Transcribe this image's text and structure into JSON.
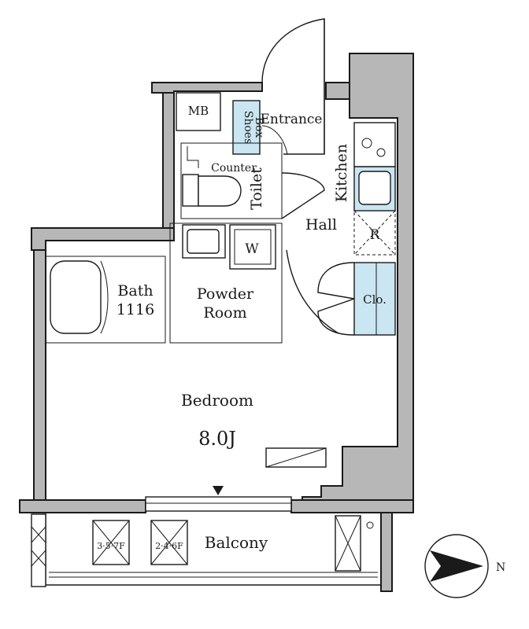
{
  "rooms": {
    "entrance": "Entrance",
    "shoes_box_line1": "Shoes",
    "shoes_box_line2": "Box",
    "mb": "MB",
    "counter": "Counter",
    "toilet": "Toilet",
    "kitchen": "Kitchen",
    "hall": "Hall",
    "refrigerator": "R",
    "washer": "W",
    "closet": "Clo.",
    "bath_line1": "Bath",
    "bath_line2": "1116",
    "powder_line1": "Powder",
    "powder_line2": "Room",
    "bedroom": "Bedroom",
    "bedroom_size": "8.0J",
    "balcony": "Balcony",
    "hatch_floors_a": "3·5·7F",
    "hatch_floors_b": "2·4·6F"
  },
  "compass": {
    "direction": "N",
    "icon": "north-arrow-icon"
  },
  "colors": {
    "wall": "#b7b7b7",
    "fixture_blue": "#c9e6f2",
    "ink": "#1a1a1a"
  }
}
